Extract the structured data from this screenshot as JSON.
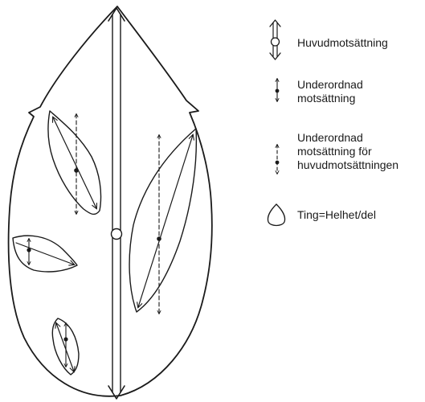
{
  "legend": {
    "main_contradiction": "Huvudmotsättning",
    "subordinate_line1": "Underordnad",
    "subordinate_line2": "motsättning",
    "subordinate_main_line1": "Underordnad",
    "subordinate_main_line2": "motsättning för",
    "subordinate_main_line3": "huvudmotsättningen",
    "thing": "Ting=Helhet/del"
  },
  "colors": {
    "ink": "#1a1a1a",
    "background": "#ffffff"
  }
}
